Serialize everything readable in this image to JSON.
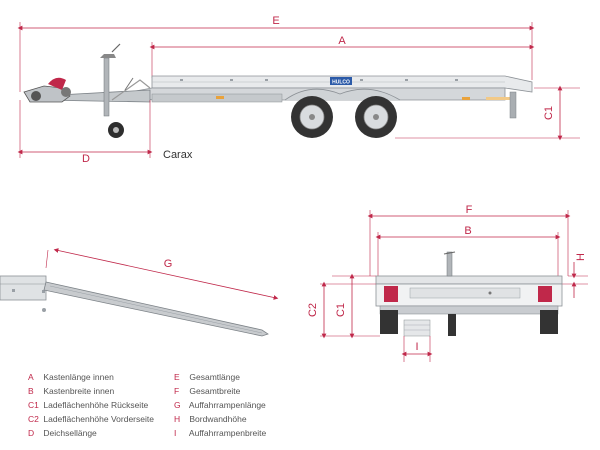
{
  "model": "Carax",
  "dimension_letters": {
    "e": "E",
    "a": "A",
    "c1": "C1",
    "d": "D",
    "g": "G",
    "f": "F",
    "b": "B",
    "h": "H",
    "c2": "C2",
    "i": "I"
  },
  "badge_text": "HULCO",
  "colors": {
    "dimension": "#c0284a",
    "trailer_frame": "#9aa0a6",
    "tire": "#333333"
  },
  "legend": [
    {
      "key": "A",
      "label": "Kastenlänge innen"
    },
    {
      "key": "B",
      "label": "Kastenbreite innen"
    },
    {
      "key": "C1",
      "label": "Ladeflächenhöhe Rückseite"
    },
    {
      "key": "C2",
      "label": "Ladeflächenhöhe Vorderseite"
    },
    {
      "key": "D",
      "label": "Deichsellänge"
    },
    {
      "key": "E",
      "label": "Gesamtlänge"
    },
    {
      "key": "F",
      "label": "Gesamtbreite"
    },
    {
      "key": "G",
      "label": "Auffahrrampenlänge"
    },
    {
      "key": "H",
      "label": "Bordwandhöhe"
    },
    {
      "key": "I",
      "label": "Auffahrrampenbreite"
    }
  ]
}
